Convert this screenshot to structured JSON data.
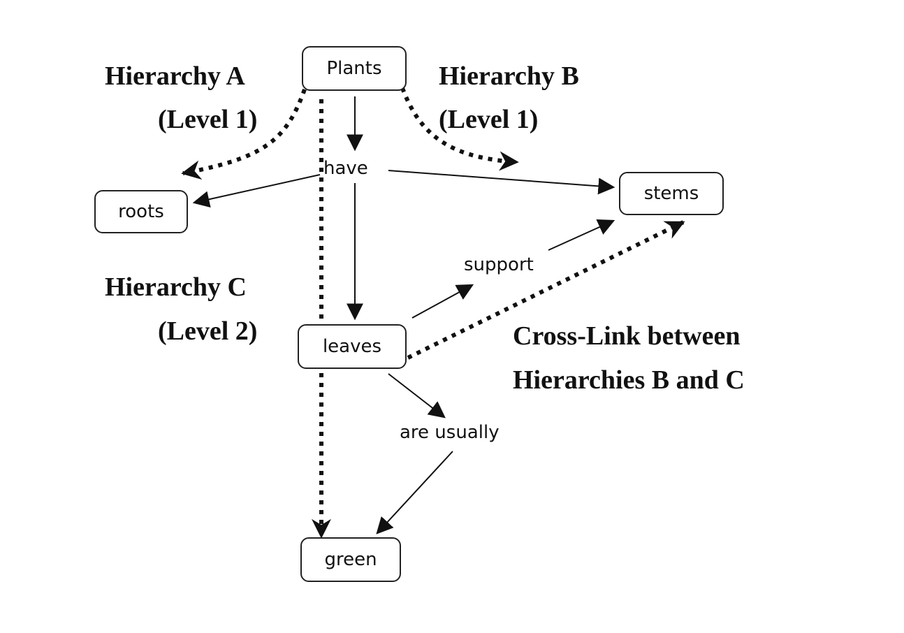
{
  "diagram": {
    "type": "concept-map",
    "nodes": {
      "plants": "Plants",
      "roots": "roots",
      "stems": "stems",
      "leaves": "leaves",
      "green": "green"
    },
    "link_labels": {
      "have": "have",
      "support": "support",
      "are_usually": "are usually"
    },
    "annotations": {
      "hierarchy_a_title": "Hierarchy A",
      "hierarchy_a_level": "(Level 1)",
      "hierarchy_b_title": "Hierarchy B",
      "hierarchy_b_level": "(Level 1)",
      "hierarchy_c_title": "Hierarchy C",
      "hierarchy_c_level": "(Level 2)",
      "crosslink_line1": "Cross-Link between",
      "crosslink_line2": "Hierarchies B and C"
    },
    "edges": [
      {
        "from": "Plants",
        "to": "have",
        "style": "solid"
      },
      {
        "from": "have",
        "to": "roots",
        "style": "solid"
      },
      {
        "from": "have",
        "to": "stems",
        "style": "solid"
      },
      {
        "from": "have",
        "to": "leaves",
        "style": "solid"
      },
      {
        "from": "leaves",
        "to": "support",
        "style": "solid"
      },
      {
        "from": "support",
        "to": "stems",
        "style": "solid"
      },
      {
        "from": "leaves",
        "to": "are usually",
        "style": "solid"
      },
      {
        "from": "are usually",
        "to": "green",
        "style": "solid"
      },
      {
        "from": "Plants",
        "to": "roots",
        "style": "dotted",
        "meaning": "Hierarchy A"
      },
      {
        "from": "Plants",
        "to": "stems",
        "style": "dotted",
        "meaning": "Hierarchy B"
      },
      {
        "from": "Plants",
        "to": "green",
        "style": "dotted",
        "meaning": "Hierarchy C"
      },
      {
        "from": "leaves",
        "to": "stems",
        "style": "dotted",
        "meaning": "Cross-Link"
      }
    ]
  }
}
